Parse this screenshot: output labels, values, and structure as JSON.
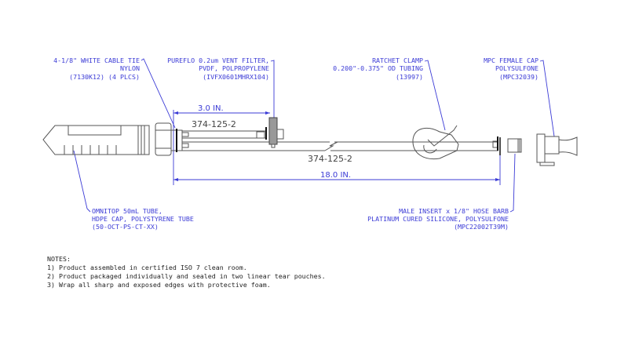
{
  "callouts": {
    "cable_tie": [
      "4-1/8\" WHITE CABLE TIE",
      "NYLON",
      "(7130K12) (4 PLCS)"
    ],
    "vent_filter": [
      "PUREFLO 0.2um VENT FILTER,",
      "PVDF, POLPROPYLENE",
      "(IVFX0601MHRX104)"
    ],
    "ratchet_clamp": [
      "RATCHET CLAMP",
      "0.200\"-0.375\" OD TUBING",
      "(13997)"
    ],
    "female_cap": [
      "MPC FEMALE CAP",
      "POLYSULFONE",
      "(MPC32039)"
    ],
    "omnitop_tube": [
      "OMNITOP 50mL TUBE,",
      "HDPE CAP, POLYSTYRENE TUBE",
      "(50-OCT-PS-CT-XX)"
    ],
    "male_insert": [
      "MALE INSERT x 1/8\" HOSE BARB",
      "PLATINUM CURED SILICONE, POLYSULFONE",
      "(MPC22002T39M)"
    ]
  },
  "dimensions": {
    "short": "3.0 IN.",
    "long": "18.0 IN."
  },
  "part_numbers": {
    "upper": "374-125-2",
    "lower": "374-125-2"
  },
  "notes": {
    "title": "NOTES:",
    "items": [
      "1) Product assembled in certified ISO 7 clean room.",
      "2) Product packaged individually and sealed in two linear tear pouches.",
      "3) Wrap all sharp and exposed edges with protective foam."
    ]
  },
  "colors": {
    "annotation": "#3b3bd6",
    "line": "#555555"
  }
}
